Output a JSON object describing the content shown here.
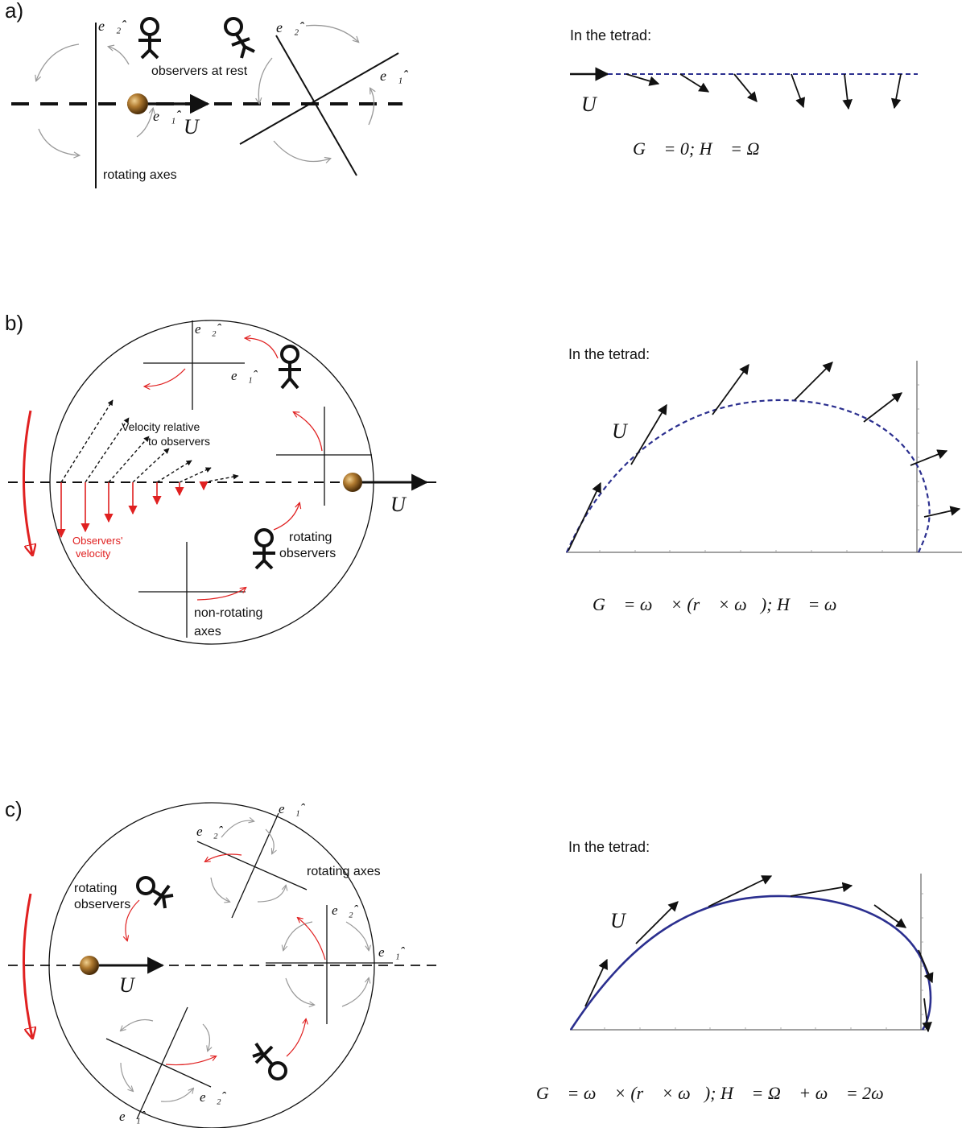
{
  "panels": [
    {
      "id": "a",
      "label": "a)",
      "tetrad_title": "In the tetrad:",
      "observers_label": "observers at rest",
      "axes_label": "rotating axes",
      "e1": "e⃗₁̂",
      "e2": "e⃗₂̂",
      "U": "U⃗",
      "equation": "G⃗ = 0;   H⃗ = Ω⃗"
    },
    {
      "id": "b",
      "label": "b)",
      "tetrad_title": "In the tetrad:",
      "velocity_rel_line1": "Velocity relative",
      "velocity_rel_line2": "to observers",
      "observer_vel_line1": "Observers'",
      "observer_vel_line2": "velocity",
      "rotating_obs_line1": "rotating",
      "rotating_obs_line2": "observers",
      "nonrot_line1": "non-rotating",
      "nonrot_line2": "axes",
      "e1": "e⃗₁̂",
      "e2": "e⃗₂̂",
      "U": "U⃗",
      "equation": "G⃗ = ω⃗ × (r⃗ × ω⃗);    H⃗ = ω⃗"
    },
    {
      "id": "c",
      "label": "c)",
      "tetrad_title": "In the tetrad:",
      "rotating_obs_line1": "rotating",
      "rotating_obs_line2": "observers",
      "rotating_axes": "rotating axes",
      "e1": "e⃗₁̂",
      "e2": "e⃗₂̂",
      "U": "U⃗",
      "equation": "G⃗ = ω⃗ × (r⃗ × ω⃗);    H⃗ = Ω⃗ + ω⃗ = 2ω⃗"
    }
  ],
  "colors": {
    "ink": "#111111",
    "red": "#e02020",
    "grey_arrow": "#999999",
    "navy": "#2b2f8f",
    "ball": "#a06a28"
  }
}
